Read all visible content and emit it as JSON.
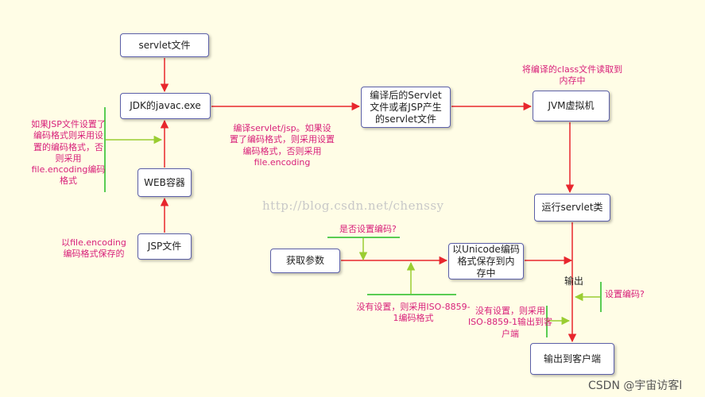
{
  "boxes": {
    "servlet_file": "servlet文件",
    "jdk_javac": "JDK的javac.exe",
    "web_container": "WEB容器",
    "jsp_file": "JSP文件",
    "compiled_servlet": "编译后的Servlet\n文件或者JSP产生\n的servlet文件",
    "jvm": "JVM虚拟机",
    "run_servlet": "运行servlet类",
    "get_params": "获取参数",
    "unicode_save": "以Unicode编码\n格式保存到内\n存中",
    "output_client": "输出到客户端"
  },
  "notes": {
    "jsp_encoding": "如果JSP文件设置了\n编码格式则采用设\n置的编码格式，否\n则采用\nfile.encoding编码\n格式",
    "jsp_saved": "以file.encoding\n编码格式保存的",
    "compile_servlet": "编译servlet/jsp。如果设\n置了编码格式，则采用设置\n编码格式，否则采用\nfile.encoding",
    "class_read": "将编译的class文件读取到\n内存中",
    "encoding_set_q": "是否设置编码?",
    "no_setting_input": "没有设置，则采用ISO-8859-\n1编码格式",
    "no_setting_output": "没有设置，则采用\nISO-8859-1输出到客\n户端",
    "set_encoding_q": "设置编码?"
  },
  "labels": {
    "output": "输出"
  },
  "watermark": "http://blog.csdn.net/chenssy",
  "credit": "CSDN @宇宙访客l",
  "colors": {
    "background": "#fffde6",
    "arrow": "#e8262d",
    "bracket": "#22bb22",
    "note": "#d8207a",
    "box_border": "#5b5fa8"
  }
}
